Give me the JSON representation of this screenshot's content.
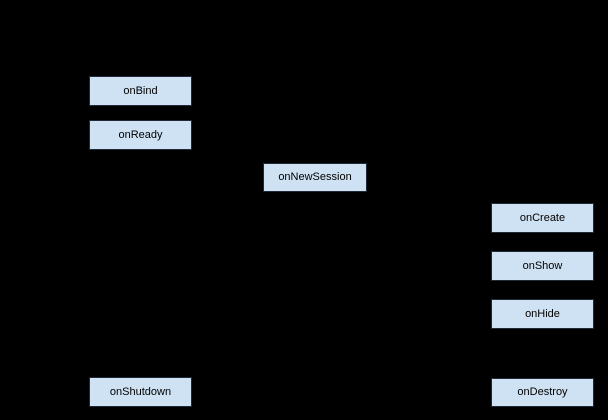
{
  "diagram": {
    "colors": {
      "background": "#000000",
      "node_fill": "#cfe2f3",
      "node_border": "#1f2a36",
      "node_text": "#000000"
    },
    "nodes": [
      {
        "label": "onBind"
      },
      {
        "label": "onReady"
      },
      {
        "label": "onNewSession"
      },
      {
        "label": "onCreate"
      },
      {
        "label": "onShow"
      },
      {
        "label": "onHide"
      },
      {
        "label": "onShutdown"
      },
      {
        "label": "onDestroy"
      }
    ]
  }
}
